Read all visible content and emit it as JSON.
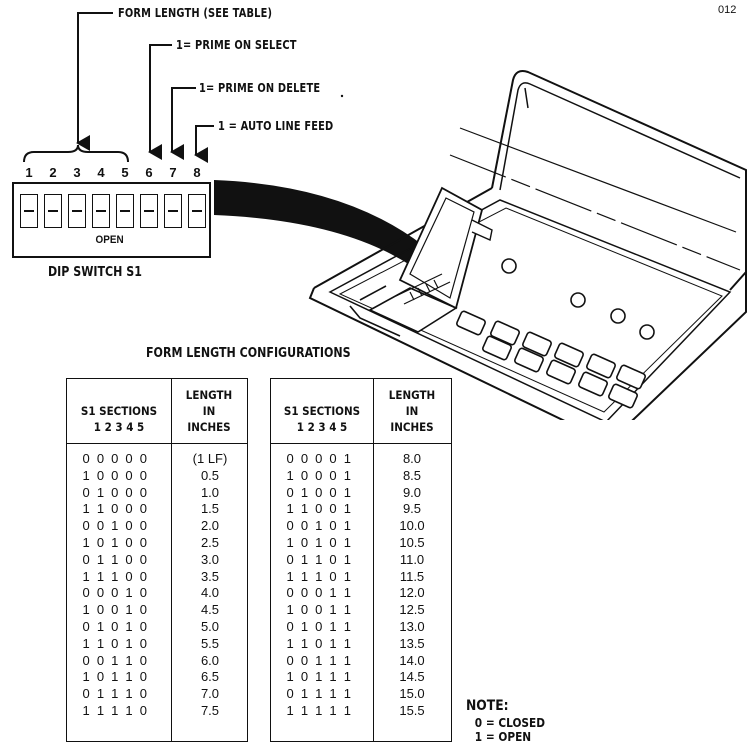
{
  "page_number": "012",
  "callouts": {
    "form_length": "FORM LENGTH (SEE TABLE)",
    "prime_select": "1= PRIME ON SELECT",
    "prime_delete": "1= PRIME ON DELETE",
    "auto_lf": "1 = AUTO LINE FEED"
  },
  "dip_switch": {
    "numbers": [
      "1",
      "2",
      "3",
      "4",
      "5",
      "6",
      "7",
      "8"
    ],
    "open_label": "OPEN",
    "caption": "DIP SWITCH S1"
  },
  "table_title": "FORM LENGTH CONFIGURATIONS",
  "table_headers": {
    "sections": "S1 SECTIONS",
    "section_numbers": "1 2 3 4 5",
    "length_1": "LENGTH",
    "length_2": "IN",
    "length_3": "INCHES"
  },
  "table_left": [
    {
      "bits": "0 0 0 0 0",
      "length": "(1 LF)"
    },
    {
      "bits": "1 0 0 0 0",
      "length": "0.5"
    },
    {
      "bits": "0 1 0 0 0",
      "length": "1.0"
    },
    {
      "bits": "1 1 0 0 0",
      "length": "1.5"
    },
    {
      "bits": "0 0 1 0 0",
      "length": "2.0"
    },
    {
      "bits": "1 0 1 0 0",
      "length": "2.5"
    },
    {
      "bits": "0 1 1 0 0",
      "length": "3.0"
    },
    {
      "bits": "1 1 1 0 0",
      "length": "3.5"
    },
    {
      "bits": "0 0 0 1 0",
      "length": "4.0"
    },
    {
      "bits": "1 0 0 1 0",
      "length": "4.5"
    },
    {
      "bits": "0 1 0 1 0",
      "length": "5.0"
    },
    {
      "bits": "1 1 0 1 0",
      "length": "5.5"
    },
    {
      "bits": "0 0 1 1 0",
      "length": "6.0"
    },
    {
      "bits": "1 0 1 1 0",
      "length": "6.5"
    },
    {
      "bits": "0 1 1 1 0",
      "length": "7.0"
    },
    {
      "bits": "1 1 1 1 0",
      "length": "7.5"
    }
  ],
  "table_right": [
    {
      "bits": "0 0 0 0 1",
      "length": "8.0"
    },
    {
      "bits": "1 0 0 0 1",
      "length": "8.5"
    },
    {
      "bits": "0 1 0 0 1",
      "length": "9.0"
    },
    {
      "bits": "1 1 0 0 1",
      "length": "9.5"
    },
    {
      "bits": "0 0 1 0 1",
      "length": "10.0"
    },
    {
      "bits": "1 0 1 0 1",
      "length": "10.5"
    },
    {
      "bits": "0 1 1 0 1",
      "length": "11.0"
    },
    {
      "bits": "1 1 1 0 1",
      "length": "11.5"
    },
    {
      "bits": "0 0 0 1 1",
      "length": "12.0"
    },
    {
      "bits": "1 0 0 1 1",
      "length": "12.5"
    },
    {
      "bits": "0 1 0 1 1",
      "length": "13.0"
    },
    {
      "bits": "1 1 0 1 1",
      "length": "13.5"
    },
    {
      "bits": "0 0 1 1 1",
      "length": "14.0"
    },
    {
      "bits": "1 0 1 1 1",
      "length": "14.5"
    },
    {
      "bits": "0 1 1 1 1",
      "length": "15.0"
    },
    {
      "bits": "1 1 1 1 1",
      "length": "15.5"
    }
  ],
  "note": {
    "title": "NOTE:",
    "line1": "0 = CLOSED",
    "line2": "1 = OPEN"
  }
}
